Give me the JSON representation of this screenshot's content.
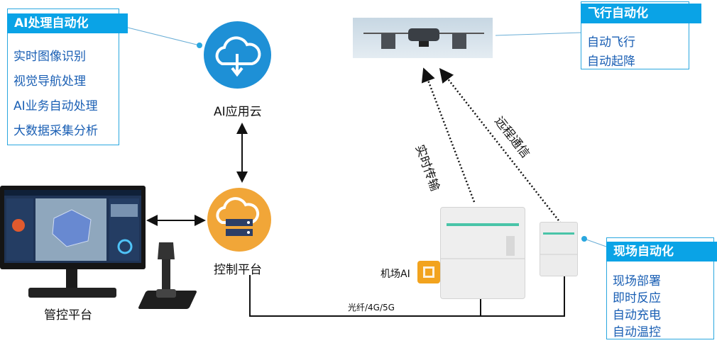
{
  "ai_box": {
    "title": "AI处理自动化",
    "items": [
      "实时图像识别",
      "视觉导航处理",
      "AI业务自动处理",
      "大数据采集分析"
    ]
  },
  "flight_box": {
    "title": "飞行自动化",
    "items": [
      "自动飞行",
      "自动起降"
    ]
  },
  "site_box": {
    "title": "现场自动化",
    "items": [
      "现场部署",
      "即时反应",
      "自动充电",
      "自动温控"
    ]
  },
  "nodes": {
    "cloud": "AI应用云",
    "control": "控制平台",
    "console": "管控平台",
    "airport_ai": "机场AI"
  },
  "links": {
    "realtime": "实时传输",
    "remote": "远程通信",
    "network": "光纤/4G/5G"
  },
  "colors": {
    "box_border": "#2aa7df",
    "header_bg": "#0aa3e6",
    "item_text": "#1a5fb4",
    "cloud_circle": "#1e90d6",
    "control_circle": "#f1a638"
  }
}
